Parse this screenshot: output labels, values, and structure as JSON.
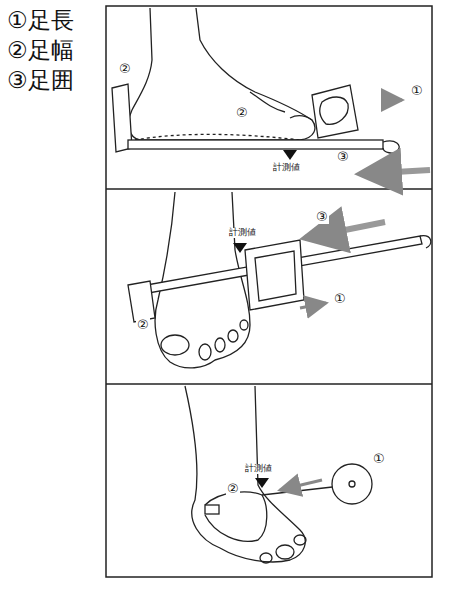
{
  "diagram": {
    "labels": [
      "①足長",
      "②足幅",
      "③足囲",
      "②",
      "②",
      "①",
      "計測値",
      "③",
      "計測値",
      "③",
      "①",
      "②",
      "計測値",
      "①",
      "②"
    ]
  }
}
